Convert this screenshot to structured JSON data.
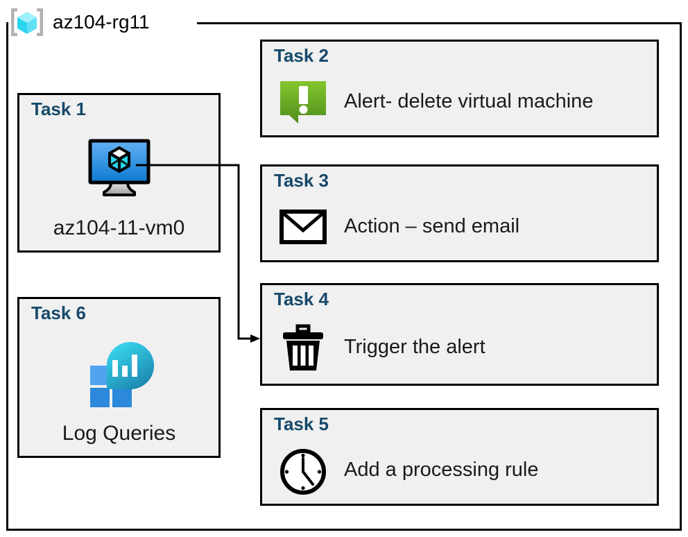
{
  "resource_group": {
    "name": "az104-rg11",
    "icon": "resource-group-cube-icon"
  },
  "colors": {
    "task_title": "#17496b",
    "card_background": "#f0f0f0",
    "card_border": "#000000",
    "alert_green_light": "#7fba2b",
    "alert_green_dark": "#4f8c1c",
    "vm_blue_light": "#5aa9ef",
    "vm_blue_dark": "#0f7fd4",
    "cube_cyan": "#5fe0f5",
    "log_tile_light": "#4fa3ef",
    "log_tile_dark": "#2b88da",
    "log_blob_top": "#32d3ef",
    "log_blob_bottom": "#1b84ae",
    "page_background": "#ffffff"
  },
  "left_column": [
    {
      "title": "Task 1",
      "label": "az104-11-vm0",
      "icon": "virtual-machine-icon"
    },
    {
      "title": "Task 6",
      "label": "Log Queries",
      "icon": "log-analytics-icon"
    }
  ],
  "right_column": [
    {
      "title": "Task 2",
      "label": "Alert- delete virtual machine",
      "icon": "alert-callout-icon"
    },
    {
      "title": "Task 3",
      "label": "Action – send email",
      "icon": "envelope-icon"
    },
    {
      "title": "Task 4",
      "label": "Trigger the alert",
      "icon": "trash-can-icon"
    },
    {
      "title": "Task 5",
      "label": "Add a processing rule",
      "icon": "clock-icon"
    }
  ],
  "connector": {
    "from": "virtual-machine-icon",
    "to": "Task 4",
    "arrow": "arrowhead-right"
  }
}
